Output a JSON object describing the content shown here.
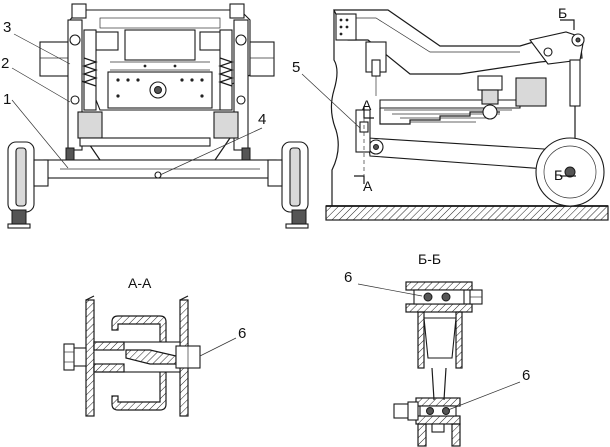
{
  "callouts": {
    "c1": "1",
    "c2": "2",
    "c3": "3",
    "c4": "4",
    "c5": "5",
    "c6_aa": "6",
    "c6_bb_top": "6",
    "c6_bb_bottom": "6"
  },
  "section_marks": {
    "a_top": "А",
    "a_bottom": "А",
    "b_top": "Б",
    "b_bottom": "Б"
  },
  "section_titles": {
    "aa": "А-А",
    "bb": "Б-Б"
  }
}
